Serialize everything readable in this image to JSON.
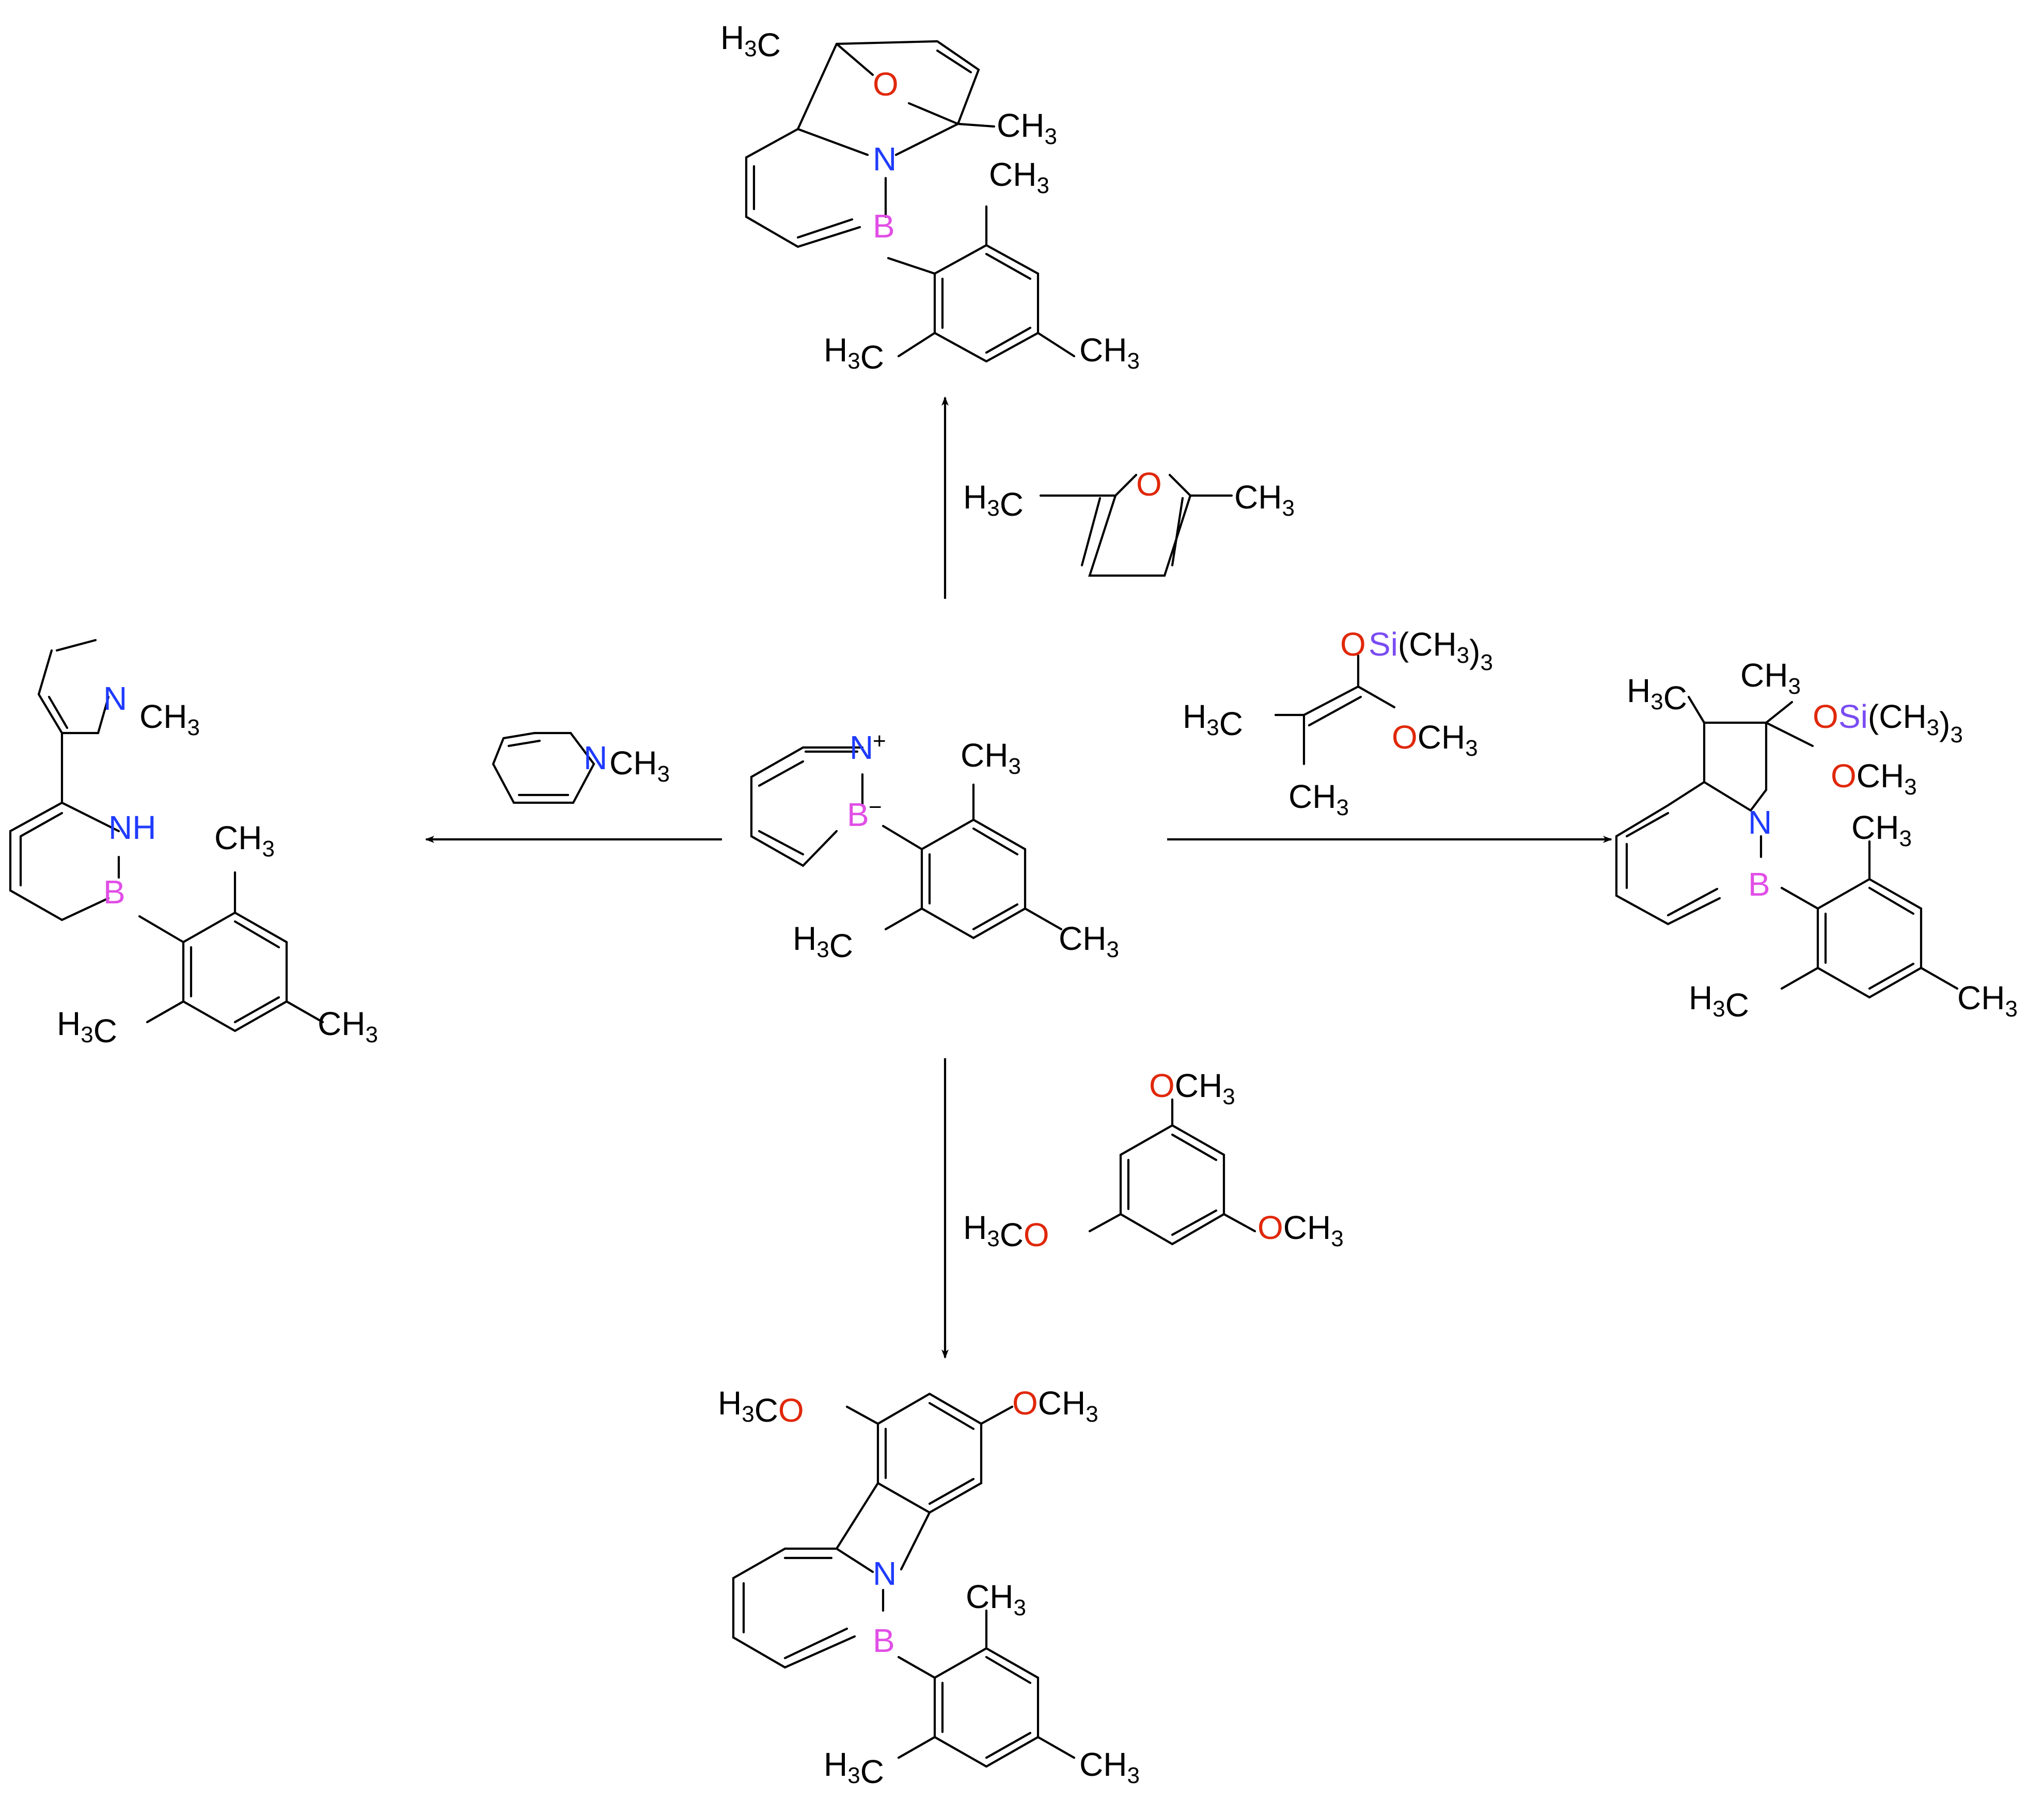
{
  "labels": {
    "h3c": "H3C",
    "ch3": "CH3",
    "o": "O",
    "n": "N",
    "b": "B",
    "nh": "NH",
    "si": "Si(CH3)3",
    "och3": "OCH3",
    "h3co": "H3CO",
    "plus": "+",
    "minus": "−"
  },
  "colors": {
    "carbon": "#000000",
    "oxygen": "#e0280a",
    "nitrogen": "#1f3bff",
    "boron": "#e14ee6",
    "silicon": "#7a4cf2"
  }
}
